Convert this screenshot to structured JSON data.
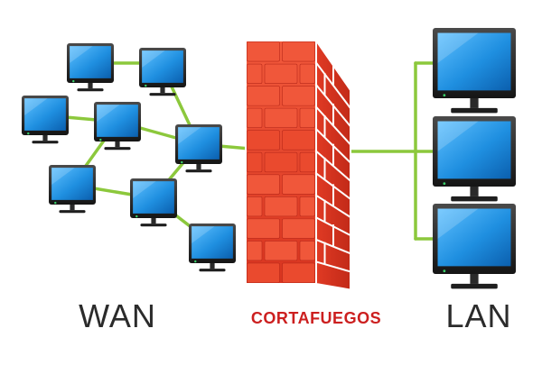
{
  "labels": {
    "wan": "WAN",
    "firewall": "CORTAFUEGOS",
    "lan": "LAN"
  },
  "colors": {
    "link": "#8cc83c",
    "brick": "#e8402a",
    "brick_dark": "#b8281a",
    "mortar": "#ffffff",
    "screen": "#1f8fe0",
    "monitor_frame": "#2a2a2a",
    "firewall_text": "#cc1f1f"
  },
  "icons": {
    "computer": "monitor-icon",
    "firewall": "brick-wall-icon"
  },
  "wan_computers": 8,
  "lan_computers": 3
}
